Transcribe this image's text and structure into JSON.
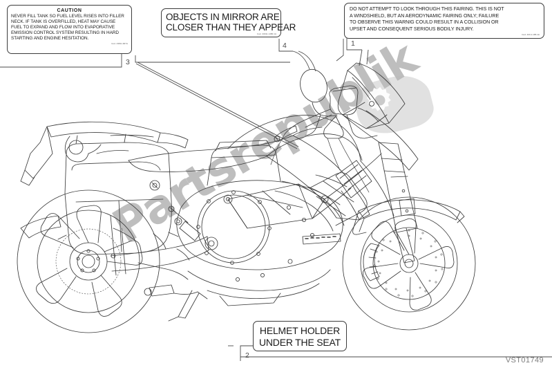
{
  "document": {
    "type": "motorcycle-parts-diagram",
    "part_number": "VST01749",
    "subject": "warning-and-information-labels"
  },
  "labels": {
    "caution": {
      "callout": "3",
      "title": "CAUTION",
      "lines": [
        "NEVER FILL TANK SO FUEL LEVEL RISES INTO FILLER",
        "NECK. IF TANK IS OVERFILLED, HEAT MAY CAUSE",
        "FUEL TO EXPAND AND FLOW INTO EVAPORATIVE",
        "EMISSION CONTROL SYSTEM RESULTING IN HARD",
        "STARTING AND ENGINE HESITATION."
      ],
      "code": "Cod. 43811.907A"
    },
    "mirror": {
      "callout": "4",
      "lines": [
        "OBJECTS IN MIRROR ARE",
        "CLOSER THAN THEY APPEAR"
      ],
      "code": "Cod. 43311.1480.1A"
    },
    "fairing": {
      "callout": "1",
      "lines": [
        "DO NOT ATTEMPT TO LOOK THROUGH THIS FAIRING. THIS IS NOT",
        "A WINDSHIELD, BUT AN AERODYNAMIC FAIRING ONLY; FAILURE",
        "TO OBSERVE THIS WARNIG COULD RESULT IN A COLLISION OR",
        "UPSET AND CONSEQUENT SERIOUS BODILY INJURY."
      ],
      "code": "Cod. 433.1.185.1A"
    },
    "helmet": {
      "callout": "2",
      "lines": [
        "HELMET HOLDER",
        "UNDER THE SEAT"
      ]
    }
  },
  "callouts": [
    {
      "number": "1",
      "target": "fairing-label"
    },
    {
      "number": "2",
      "target": "helmet-holder-label"
    },
    {
      "number": "3",
      "target": "caution-fuel-label"
    },
    {
      "number": "4",
      "target": "mirror-label"
    }
  ],
  "watermark": {
    "text": "Partsrepublik",
    "icon": "gear-icon",
    "color": "#b9b9b9"
  },
  "colors": {
    "line": "#3b3b3b",
    "text": "#1a1a1a",
    "watermark": "#b9b9b9",
    "part_number": "#7d7d7d",
    "background": "#ffffff"
  }
}
